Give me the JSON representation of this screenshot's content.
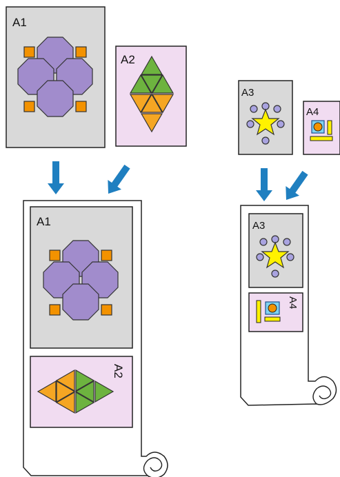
{
  "labels": {
    "a1_original": "A1",
    "a2_original": "A2",
    "a3_original": "A3",
    "a4_original": "A4",
    "a1_output": "A1",
    "a2_output": "A2",
    "a3_output": "A3",
    "a4_output": "A4"
  },
  "colors": {
    "gray_sheet": "#d9d9d9",
    "pink_sheet": "#f1dcf1",
    "octagon": "#a18ccc",
    "small_square": "#f39200",
    "triangle_green": "#6db33f",
    "triangle_orange": "#f5a623",
    "star": "#fff200",
    "circle": "#a9a3e0",
    "arrow": "#1f7fc0"
  },
  "icons": {
    "arrow": "down-arrow-icon",
    "roll_end": "paper-curl-icon"
  }
}
